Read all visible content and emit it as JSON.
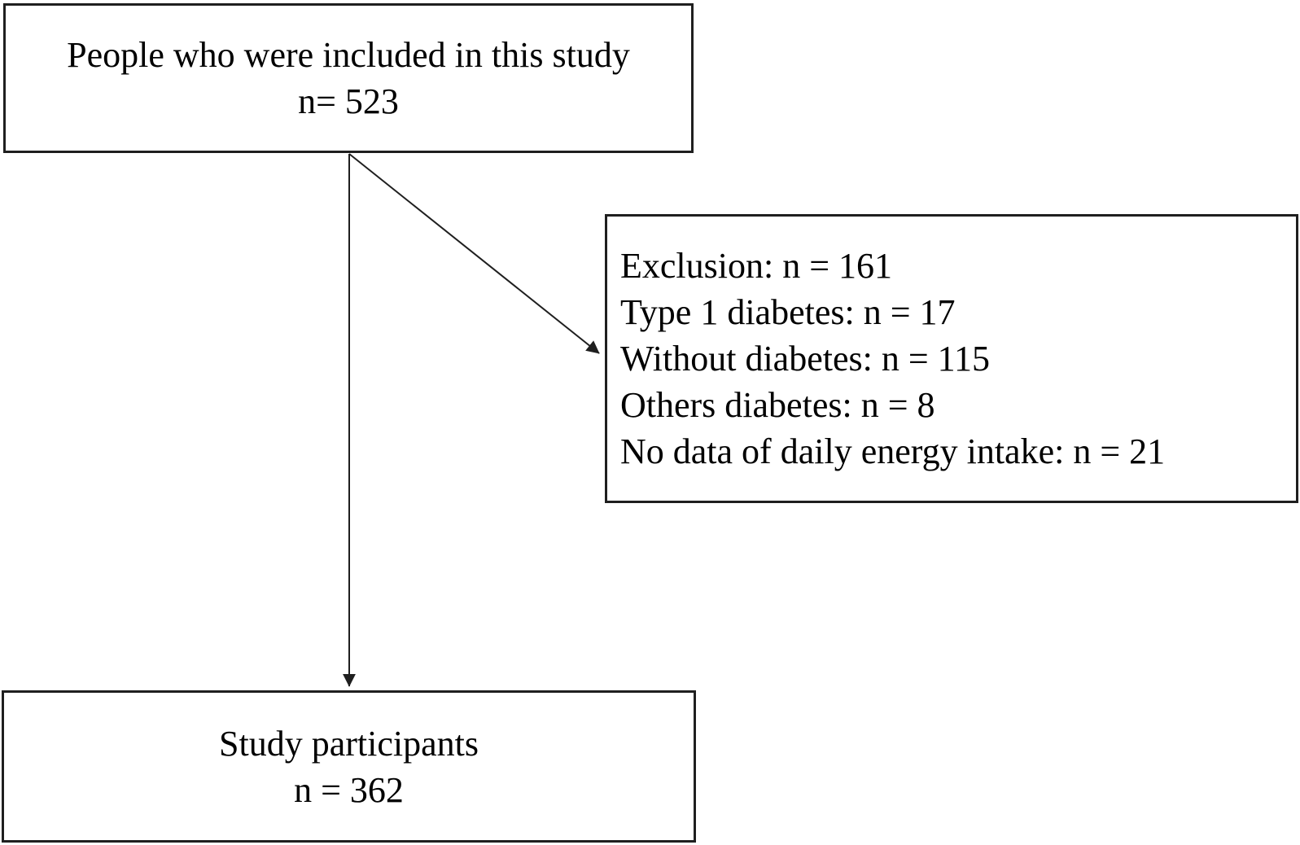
{
  "colors": {
    "background": "#ffffff",
    "border": "#1f1f1f",
    "arrow": "#1f1f1f",
    "text": "#000000"
  },
  "diagram": {
    "included_box": {
      "title": "People who were included in this study",
      "count": "n= 523"
    },
    "exclusion_box": {
      "lines": [
        "Exclusion: n = 161",
        "Type 1 diabetes: n = 17",
        "Without diabetes: n = 115",
        "Others diabetes: n = 8",
        "No data of daily energy intake: n = 21"
      ]
    },
    "participants_box": {
      "title": "Study participants",
      "count": "n = 362"
    }
  }
}
